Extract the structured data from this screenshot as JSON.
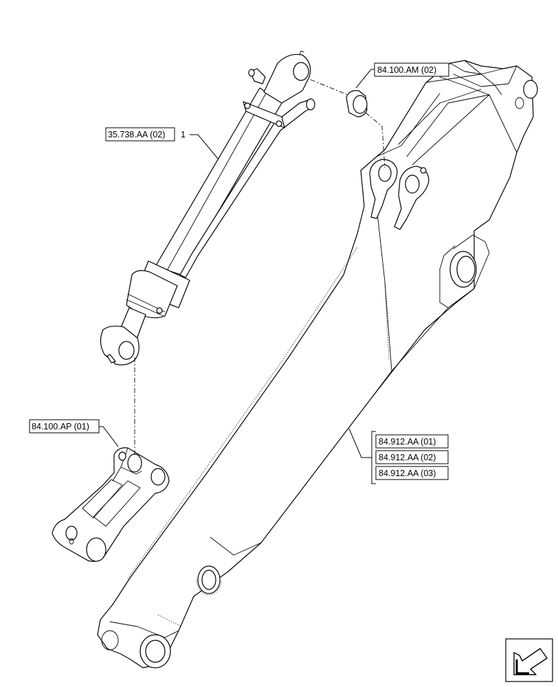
{
  "callouts": {
    "cylinder_ref": "35.738.AA (02)",
    "cylinder_item": "1",
    "pin_top_ref": "84.100.AM (02)",
    "link_ref": "84.100.AP (01)",
    "boom_refs": [
      "84.912.AA (01)",
      "84.912.AA (02)",
      "84.912.AA (03)"
    ]
  },
  "icons": {
    "nav": "arrow-nav-icon"
  }
}
